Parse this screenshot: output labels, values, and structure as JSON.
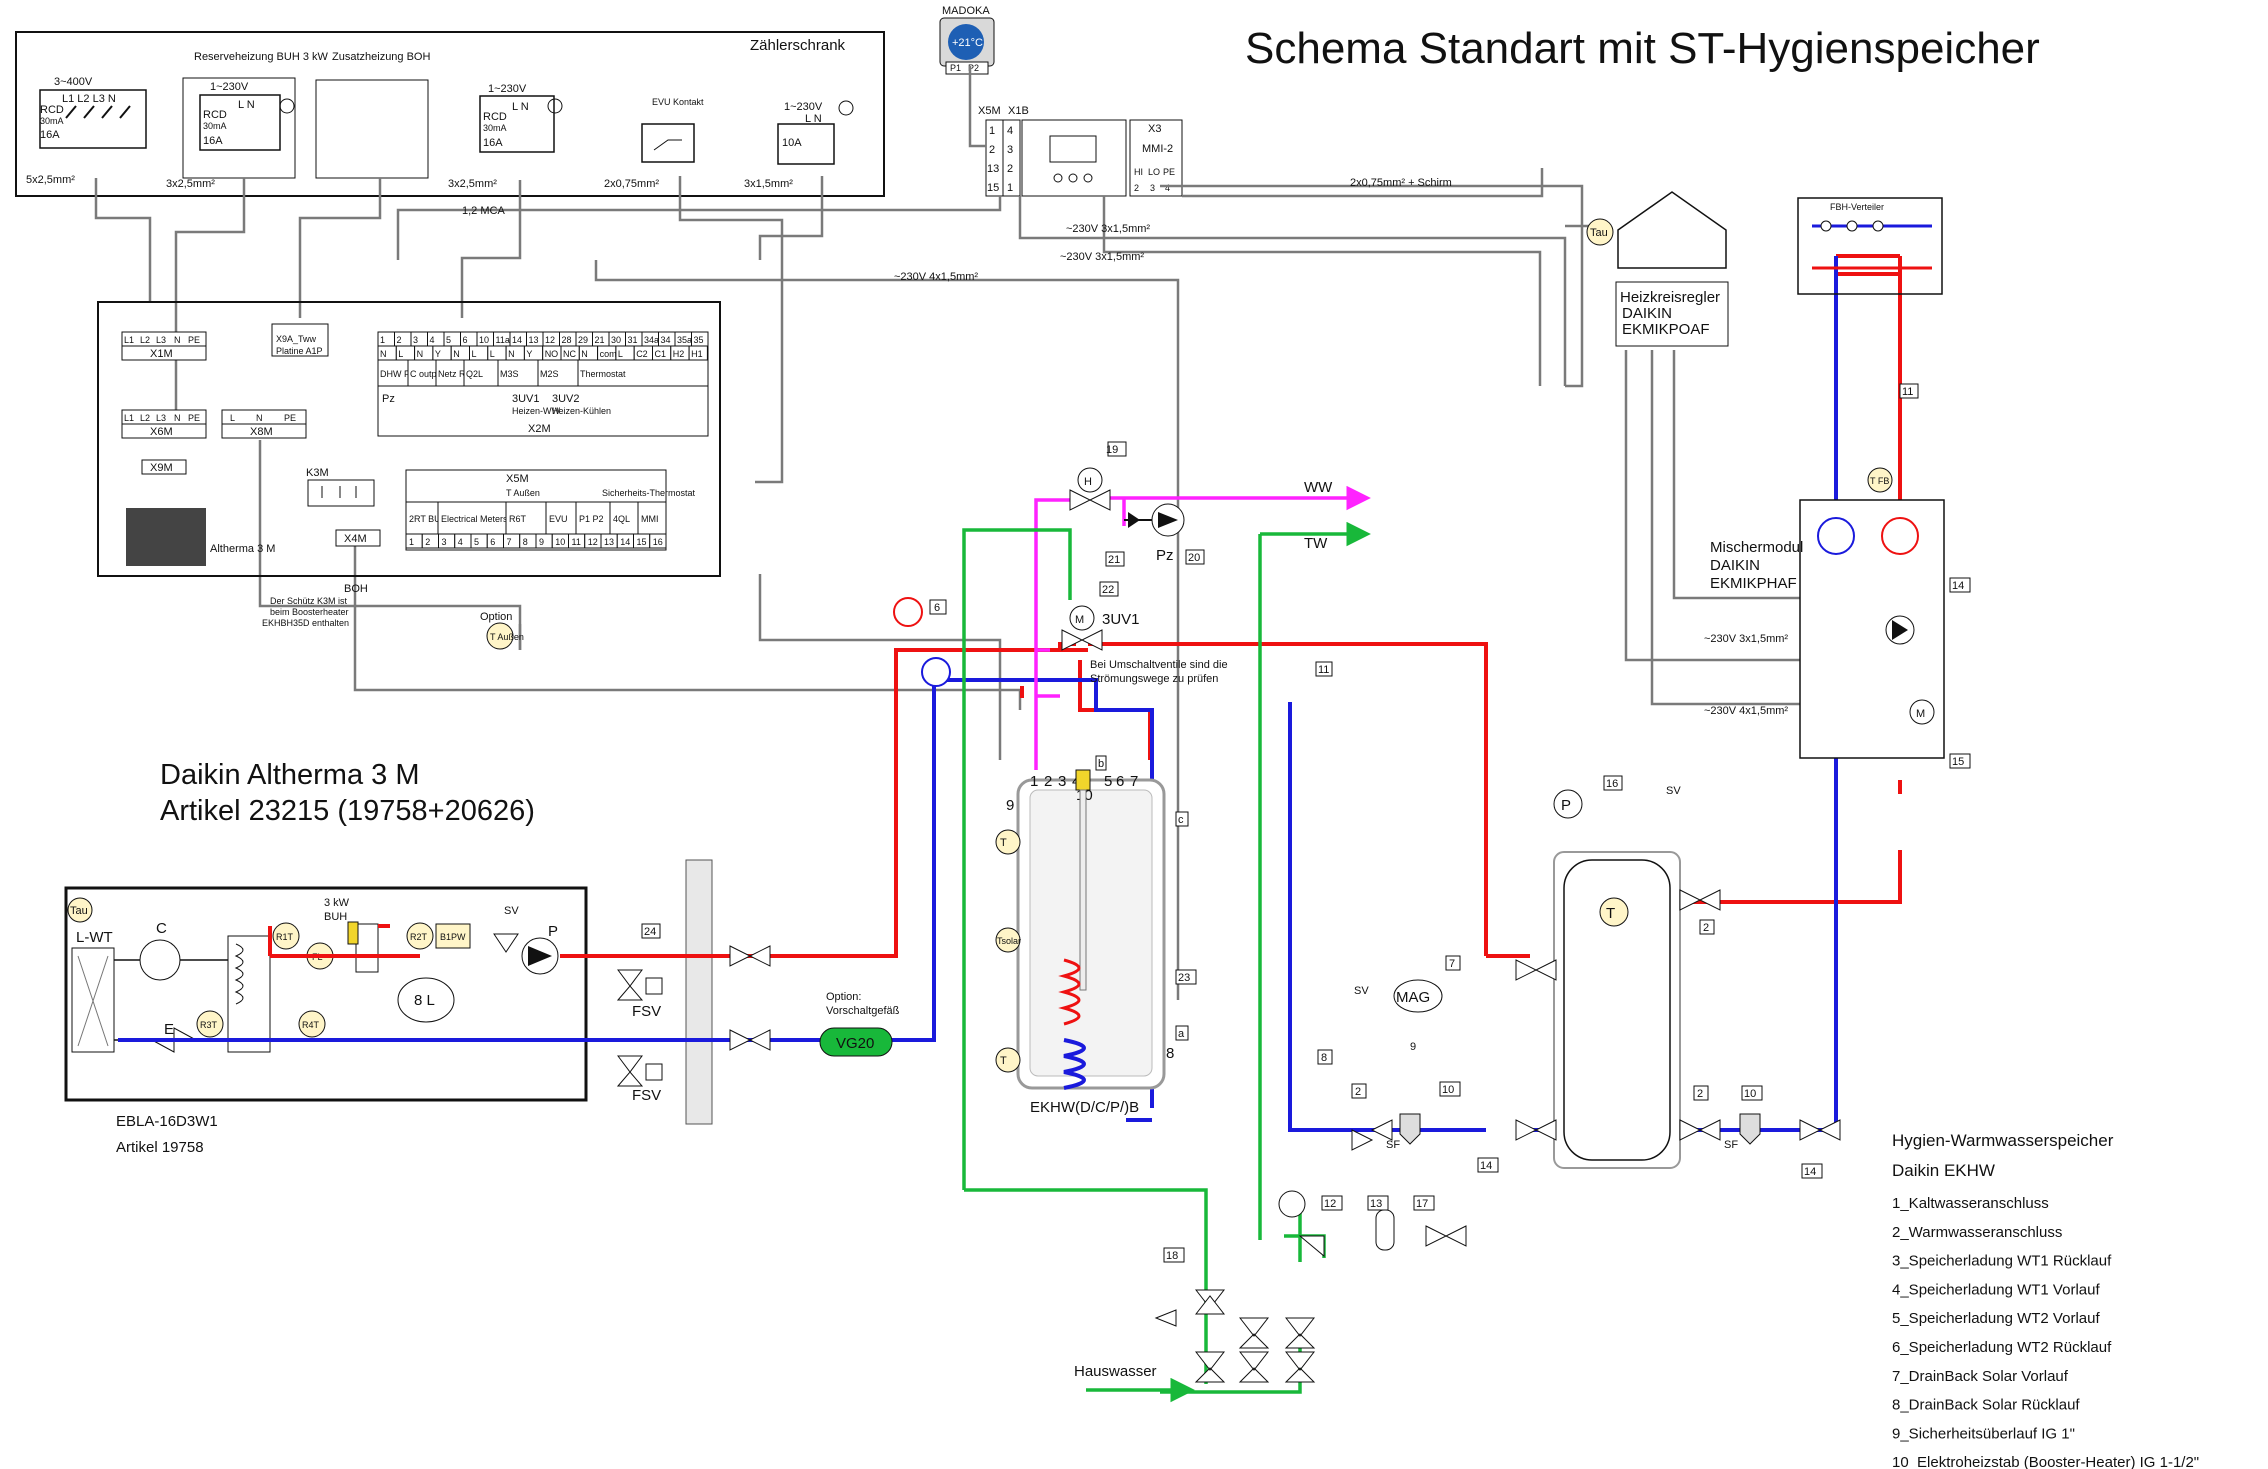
{
  "title": "Schema Standart mit ST-Hygienspeicher",
  "meter_cabinet": {
    "label": "Zählerschrank",
    "breakers": [
      {
        "voltage": "3~400V",
        "rcd": "RCD",
        "rcd_ma": "30mA",
        "amps": "16A",
        "terminals": "L1 L2 L3 N",
        "cable": "5x2,5mm²"
      },
      {
        "header": "Reserveheizung BUH 3 kW",
        "voltage": "1~230V",
        "rcd": "RCD",
        "rcd_ma": "30mA",
        "amps": "16A",
        "terminals": "L N",
        "cable": "3x2,5mm²"
      },
      {
        "header": "Zusatzheizung BOH"
      },
      {
        "voltage": "1~230V",
        "rcd": "RCD",
        "rcd_ma": "30mA",
        "amps": "16A",
        "terminals": "L N",
        "cable": "3x2,5mm²"
      },
      {
        "header": "EVU Kontakt",
        "cable": "2x0,75mm²"
      },
      {
        "voltage": "1~230V",
        "amps": "10A",
        "terminals": "L N",
        "cable": "3x1,5mm²"
      }
    ]
  },
  "madoka": {
    "label": "MADOKA",
    "display": "+21°C",
    "p1": "P1",
    "p2": "P2"
  },
  "x5m_x1b": {
    "x5m": "X5M",
    "x1b": "X1B",
    "left": [
      "1",
      "2",
      "13",
      "15"
    ],
    "right": [
      "4",
      "3",
      "2",
      "1"
    ]
  },
  "x3": {
    "label": "X3",
    "mmi": "MMI-2",
    "cols": [
      "HI",
      "LO",
      "PE"
    ],
    "nums": [
      "2",
      "3",
      "4"
    ]
  },
  "cables": {
    "schirm": "2x0,75mm² + Schirm",
    "c230a": "~230V  3x1,5mm²",
    "c230b": "~230V  3x1,5mm²",
    "c230c": "~230V  4x1,5mm²",
    "mca": "1,2 MCA",
    "mix1": "~230V  3x1,5mm²",
    "mix2": "~230V  4x1,5mm²"
  },
  "unit": {
    "name": "Altherma 3 M",
    "x1m": "X1M",
    "x1m_terms": [
      "L1",
      "L2",
      "L3",
      "N",
      "PE"
    ],
    "x9a": "X9A_Tww",
    "platine": "Platine A1P",
    "x6m": "X6M",
    "x6m_terms": [
      "L1",
      "L2",
      "L3",
      "N",
      "PE"
    ],
    "x8m": "X8M",
    "x8m_terms": [
      "L",
      "N",
      "PE"
    ],
    "x9m": "X9M",
    "k3m": "K3M",
    "x4m": "X4M",
    "x2m": "X2M",
    "x2m_nums": [
      "1",
      "2",
      "3",
      "4",
      "5",
      "6",
      "10",
      "11a",
      "14",
      "13",
      "12",
      "28",
      "29",
      "21",
      "30",
      "31",
      "34a",
      "34",
      "35a",
      "35"
    ],
    "x2m_letters": [
      "N",
      "L",
      "N",
      "Y",
      "N",
      "L",
      "L",
      "N",
      "Y",
      "NO",
      "NC",
      "N",
      "com",
      "L",
      "C2",
      "C1",
      "H2",
      "H1"
    ],
    "x2m_groups": [
      "DHW Pump",
      "C output",
      "Netz Regler",
      "Q2L",
      "M3S",
      "M2S",
      "Thermostat"
    ],
    "x2m_sub": [
      "Pz",
      "3UV1",
      "3UV2"
    ],
    "x2m_sub_notes": [
      "Heizen-WW",
      "Heizen-Kühlen"
    ],
    "x5m": "X5M",
    "x5m_groups": [
      "2RT BUH",
      "Electrical Meters",
      "R6T",
      "EVU",
      "P1 P2",
      "4QL",
      "MMI"
    ],
    "x5m_top": [
      "T Außen",
      "Sicherheits-Thermostat"
    ],
    "x5m_nums": [
      "1",
      "2",
      "3",
      "4",
      "5",
      "6",
      "7",
      "8",
      "9",
      "10",
      "11",
      "12",
      "13",
      "14",
      "15",
      "16"
    ]
  },
  "boh_note": [
    "BOH",
    "Der Schütz K3M ist",
    "beim Boosterheater",
    "EKHBH35D enthalten"
  ],
  "option_label": "Option",
  "t_aussen": "T Außen",
  "daikin_label": {
    "line1": "Daikin Altherma 3 M",
    "line2": "Artikel 23215 (19758+20626)"
  },
  "outdoor": {
    "line1": "EBLA-16D3W1",
    "line2": "Artikel 19758",
    "tau": "Tau",
    "lwt": "L-WT",
    "c": "C",
    "e": "E",
    "r1t": "R1T",
    "r2t": "R2T",
    "r3t": "R3T",
    "r4t": "R4T",
    "b1pw": "B1PW",
    "fl": "FL",
    "buh1": "3 kW",
    "buh2": "BUH",
    "vol": "8 L",
    "sv": "SV",
    "p": "P"
  },
  "fsv": "FSV",
  "vg20": "VG20",
  "vg_option": [
    "Option:",
    "Vorschaltgefäß"
  ],
  "tank": {
    "name": "EKHW(D/C/P/)B",
    "ports": [
      "1",
      "2",
      "3",
      "4",
      "5",
      "6",
      "7",
      "9",
      "10"
    ],
    "letters": [
      "b",
      "c",
      "a",
      "8"
    ],
    "temps": [
      "T",
      "Tsolar",
      "T"
    ],
    "num23": "23"
  },
  "ww": "WW",
  "tw": "TW",
  "valve_labels": {
    "h": "H",
    "m": "M",
    "pz": "Pz",
    "uv": "3UV1",
    "n19": "19",
    "n20": "20",
    "n21": "21",
    "n22": "22",
    "n6": "6",
    "n11": "11",
    "n24": "24"
  },
  "uv_note": [
    "Bei Umschaltventile sind die",
    "Strömungswege zu prüfen"
  ],
  "house": {
    "tau": "Tau",
    "reg1": "Heizkreisregler",
    "reg2": "DAIKIN",
    "reg3": "EKMIKPOAF"
  },
  "fbh": "FBH-Verteiler",
  "mixer": {
    "l1": "Mischermodul",
    "l2": "DAIKIN",
    "l3": "EKMIKPHAF",
    "tfb": "T FB",
    "m": "M",
    "n15": "15",
    "n14": "14",
    "n11": "11"
  },
  "buffer": {
    "t": "T",
    "p": "P",
    "sv": "SV",
    "mag": "MAG",
    "sf": "SF",
    "nums": [
      "16",
      "7",
      "9",
      "8",
      "2",
      "2",
      "10",
      "10",
      "14",
      "14",
      "2",
      "12",
      "13",
      "17",
      "18"
    ]
  },
  "hauswasser": "Hauswasser",
  "legend": {
    "title1": "Hygien-Warmwasserspeicher",
    "title2": "Daikin EKHW",
    "items": [
      "1_Kaltwasseranschluss",
      "2_Warmwasseranschluss",
      "3_Speicherladung WT1 Rücklauf",
      "4_Speicherladung WT1 Vorlauf",
      "5_Speicherladung WT2 Vorlauf",
      "6_Speicherladung WT2 Rücklauf",
      "7_DrainBack Solar Vorlauf",
      "8_DrainBack Solar Rücklauf",
      "9_Sicherheitsüberlauf IG 1\"",
      "10_Elektroheizstab (Booster-Heater) IG 1-1/2\""
    ]
  },
  "colors": {
    "supply": "#ee1111",
    "return": "#1a1adc",
    "dhw": "#ff22ff",
    "cold": "#18b83a",
    "wire": "#7a7a7a",
    "tank": "#c8c8c8"
  }
}
